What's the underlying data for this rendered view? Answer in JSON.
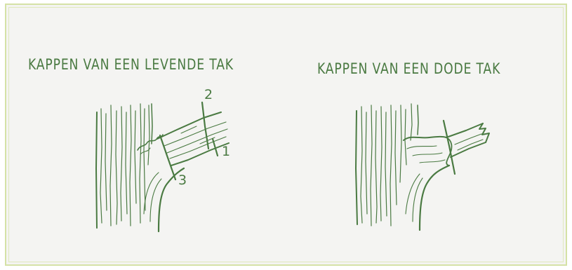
{
  "titles": {
    "living_branch": "KAPPEN VAN EEN LEVENDE TAK",
    "dead_branch": "KAPPEN VAN EEN DODE TAK"
  },
  "cut_labels": {
    "first": "1",
    "second": "2",
    "third": "3"
  },
  "colors": {
    "ink": "#4a7a42",
    "paper": "#f4f4f2",
    "border": "#d5e2a6"
  }
}
